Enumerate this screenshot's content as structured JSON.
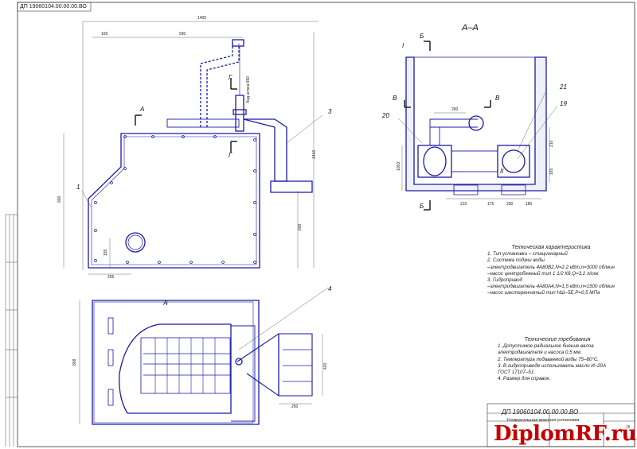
{
  "stamp": {
    "code_rotated": "ДП 19060104.00.00.00.ВО"
  },
  "front_view": {
    "dims": {
      "width": "1405",
      "left": "165",
      "mid": "930",
      "height_right": "1416",
      "height_left": "900",
      "low": "600",
      "hole": "205",
      "hole_h": "155",
      "stroke": "Ход штока 650"
    },
    "labels": {
      "one": "1",
      "three": "3"
    },
    "markers": {
      "a": "А",
      "g": "Г"
    }
  },
  "section_view": {
    "title": "А–А",
    "roman_i": "I",
    "roman_ii": "II",
    "markers": {
      "b": "Б",
      "v": "В"
    },
    "labels": {
      "n21": "21",
      "n19": "19",
      "n20": "20"
    },
    "dims": {
      "d260": "260",
      "d210": "210",
      "d175": "175",
      "d200": "200",
      "d180": "180",
      "d165": "165",
      "h": "1003"
    }
  },
  "plan_view": {
    "dims": {
      "h": "868",
      "d420": "420",
      "d250": "250"
    },
    "labels": {
      "four": "4"
    },
    "markers": {
      "a": "А"
    }
  },
  "tech_characteristics": {
    "heading": "Техническая характеристика",
    "lines": [
      "1. Тип установки – стационарный",
      "2. Система подачи воды",
      "–электродвигатель 4А80В2,N=2,2 кВт,n=3000 об/мин",
      "–насос центробежный тип 1 1/2 К8,Q=3,2 л/сек",
      "3. Гидропривод",
      "–электродвигатель 4А80А4,N=1,5 кВт,n=1500 об/мин",
      "–насос шестеренчатый тип НШ–5Е,Р=0,5 МПа"
    ]
  },
  "tech_requirements": {
    "heading": "Технические требования",
    "lines": [
      "1. Допустимое радиальное биение валов электродвигателя и насоса 0,5 мм.",
      "2. Температура подаваемой воды 75–80°С.",
      "3. В гидроприводе использовать масло И–20А ГОСТ 17107–51.",
      "4. Размер для справок."
    ]
  },
  "title_block": {
    "code": "ДП 19060104.00.00.00.ВО",
    "name": "Универсальная моечная установка",
    "sheets": "15"
  },
  "watermark": {
    "brand": "DiplomRF.ru"
  }
}
